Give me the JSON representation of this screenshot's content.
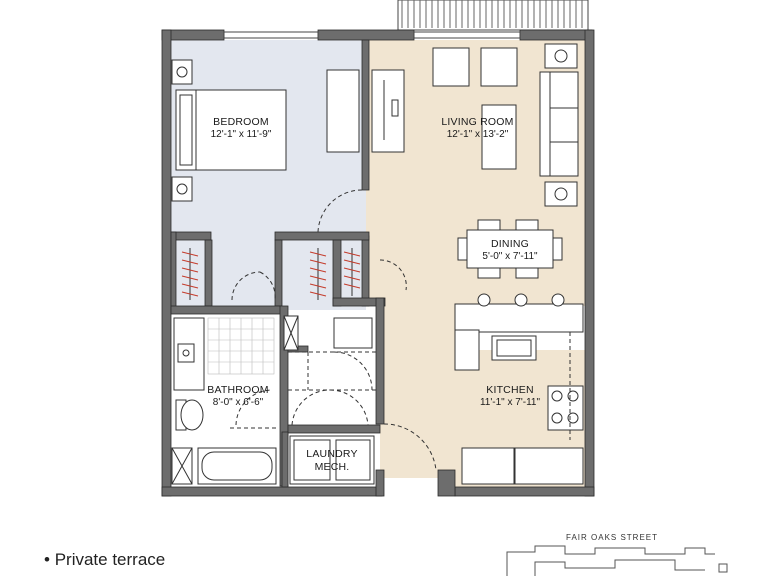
{
  "rooms": {
    "bedroom": {
      "name": "BEDROOM",
      "dims": "12'-1\" x 11'-9\""
    },
    "living": {
      "name": "LIVING ROOM",
      "dims": "12'-1\" x 13'-2\""
    },
    "dining": {
      "name": "DINING",
      "dims": "5'-0\" x 7'-11\""
    },
    "bathroom": {
      "name": "BATHROOM",
      "dims": "8'-0\" x 6'-6\""
    },
    "kitchen": {
      "name": "KITCHEN",
      "dims": "11'-1\" x 7'-11\""
    },
    "laundry": {
      "name": "LAUNDRY",
      "sub": "MECH."
    }
  },
  "features": [
    "Private terrace"
  ],
  "keyplan": {
    "street": "FAIR OAKS STREET"
  },
  "colors": {
    "wall": "#6d6d6d",
    "wall_outline": "#2b2b2b",
    "bedroom_fill": "#e3e7ef",
    "living_fill": "#f1e5d1",
    "fixture_fill": "#ffffff"
  }
}
